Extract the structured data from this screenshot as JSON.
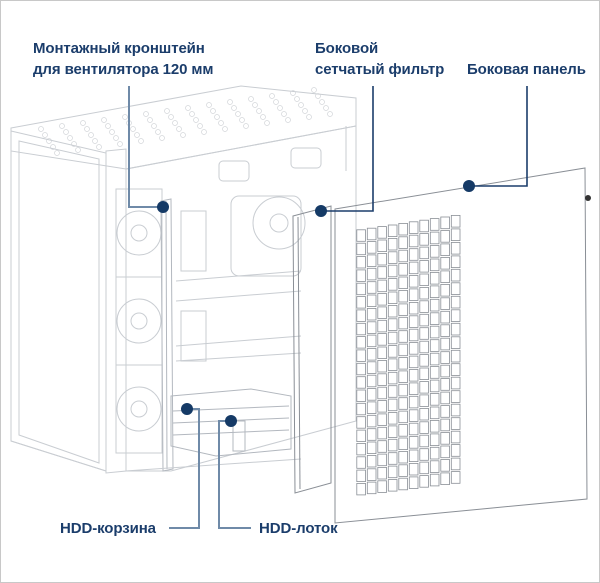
{
  "diagram": {
    "subject": "PC case exploded view",
    "accent_color": "#1b3d6b",
    "callouts": [
      {
        "id": "fan-bracket",
        "lines": [
          "Монтажный кронштейн",
          "для вентилятора 120 мм"
        ]
      },
      {
        "id": "side-mesh-filter",
        "lines": [
          "Боковой",
          "сетчатый фильтр"
        ]
      },
      {
        "id": "side-panel",
        "lines": [
          "Боковая панель"
        ]
      },
      {
        "id": "hdd-cage",
        "lines": [
          "HDD-корзина"
        ]
      },
      {
        "id": "hdd-tray",
        "lines": [
          "HDD-лоток"
        ]
      }
    ],
    "side_panel_mesh": {
      "columns": 10,
      "rows": 20
    }
  }
}
